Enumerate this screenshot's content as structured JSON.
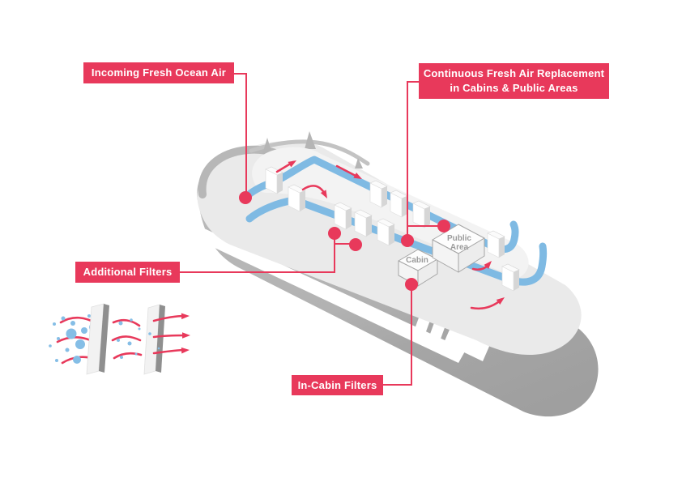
{
  "callouts": {
    "incoming": {
      "text": "Incoming Fresh Ocean Air"
    },
    "continuous": {
      "line1": "Continuous Fresh Air Replacement",
      "line2": "in Cabins & Public Areas"
    },
    "additional": {
      "text": "Additional Filters"
    },
    "incabin": {
      "text": "In-Cabin Filters"
    }
  },
  "ship": {
    "cabin_label": "Cabin",
    "public_area_line1": "Public",
    "public_area_line2": "Area"
  },
  "icons": {
    "filter_panel": "air-filter-panel-icon",
    "particles": "air-particles-icon",
    "flow_arrow": "airflow-arrow-icon",
    "connector_dot": "callout-connector-dot",
    "duct": "fresh-air-duct",
    "filter_box": "duct-filter-box"
  },
  "colors": {
    "accent_pink": "#E8395B",
    "duct_blue": "#7FBAE3",
    "particle_blue": "#85BEE6",
    "hull_gray": "#B3B3B3",
    "hull_dark_gray": "#A1A1A1",
    "bulwark_gray": "#B7B7B7",
    "deck_light": "#EAEAEA",
    "deck_lighter": "#F3F3F3",
    "room_text_gray": "#9B9B9B",
    "label_text": "#FFFFFF",
    "background": "#FFFFFF"
  }
}
